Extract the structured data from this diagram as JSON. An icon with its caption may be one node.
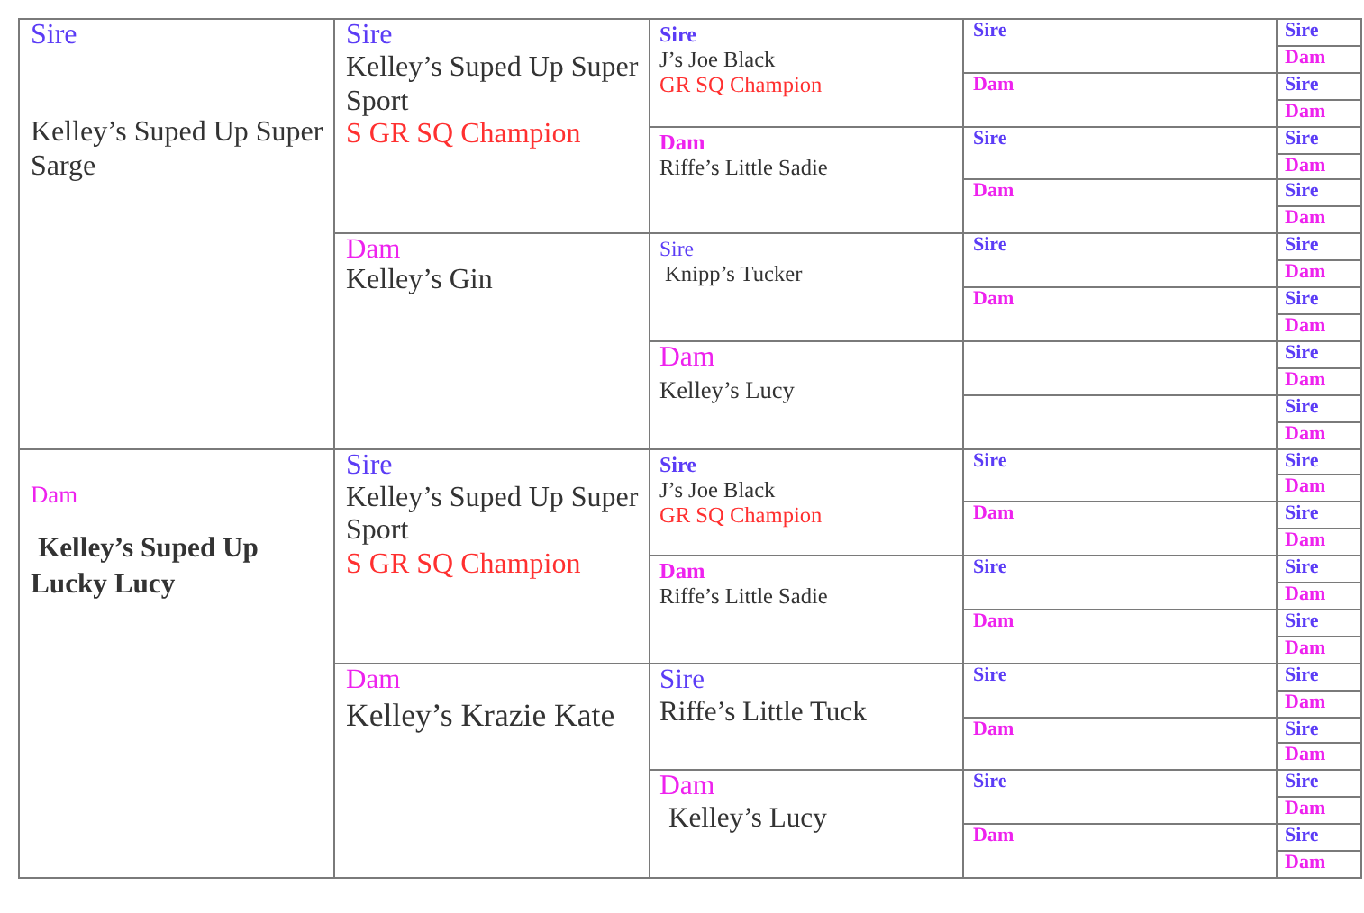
{
  "diagram": {
    "nodes": [
      {
        "text": [
          "Sire",
          "Kelley’s Suped Up Super Sarge"
        ]
      },
      {
        "text": [
          "Sire",
          "Kelley’s Suped Up Super Sport",
          "S GR SQ Champion"
        ]
      },
      {
        "text": [
          "Sire",
          "J’s Joe Black",
          "GR SQ Champion"
        ]
      },
      {
        "text": [
          "Sire"
        ]
      },
      {
        "text": [
          "Sire"
        ]
      },
      {
        "text": [
          "Dam"
        ]
      },
      {
        "text": [
          "Dam"
        ]
      },
      {
        "text": [
          "Sire"
        ]
      },
      {
        "text": [
          "Dam"
        ]
      },
      {
        "text": [
          "Dam",
          "Riffe’s Little Sadie"
        ]
      },
      {
        "text": [
          "Sire"
        ]
      },
      {
        "text": [
          "Sire"
        ]
      },
      {
        "text": [
          "Dam"
        ]
      },
      {
        "text": [
          "Dam"
        ]
      },
      {
        "text": [
          "Sire"
        ]
      },
      {
        "text": [
          "Dam"
        ]
      },
      {
        "text": [
          "Dam",
          "Kelley’s Gin"
        ]
      },
      {
        "text": [
          "Sire",
          "Knipp’s Tucker"
        ]
      },
      {
        "text": [
          "Sire"
        ]
      },
      {
        "text": [
          "Sire"
        ]
      },
      {
        "text": [
          "Dam"
        ]
      },
      {
        "text": [
          "Dam"
        ]
      },
      {
        "text": [
          "Sire"
        ]
      },
      {
        "text": [
          "Dam"
        ]
      },
      {
        "text": [
          "Dam",
          "Kelley’s Lucy"
        ]
      },
      {
        "text": [],
        "shape": "box"
      },
      {
        "text": [
          "Sire"
        ]
      },
      {
        "text": [
          "Dam"
        ]
      },
      {
        "text": [],
        "shape": "box"
      },
      {
        "text": [
          "Sire"
        ]
      },
      {
        "text": [
          "Dam"
        ]
      },
      {
        "text": [
          "Dam",
          "Kelley’s Suped Up Lucky Lucy"
        ]
      },
      {
        "text": [
          "Sire",
          "Kelley’s Suped Up Super Sport",
          "S GR SQ Champion"
        ]
      },
      {
        "text": [
          "Sire",
          "J’s Joe Black",
          "GR SQ Champion"
        ]
      },
      {
        "text": [
          "Sire"
        ]
      },
      {
        "text": [
          "Sire"
        ]
      },
      {
        "text": [
          "Dam"
        ]
      },
      {
        "text": [
          "Dam"
        ]
      },
      {
        "text": [
          "Sire"
        ]
      },
      {
        "text": [
          "Dam"
        ]
      },
      {
        "text": [
          "Dam",
          "Riffe’s Little Sadie"
        ]
      },
      {
        "text": [
          "Sire"
        ]
      },
      {
        "text": [
          "Sire"
        ]
      },
      {
        "text": [
          "Dam"
        ]
      },
      {
        "text": [
          "Dam"
        ]
      },
      {
        "text": [
          "Sire"
        ]
      },
      {
        "text": [
          "Dam"
        ]
      },
      {
        "text": [
          "Dam",
          "Kelley’s Krazie Kate"
        ]
      },
      {
        "text": [
          "Sire",
          "Riffe’s Little Tuck"
        ]
      },
      {
        "text": [
          "Sire"
        ]
      },
      {
        "text": [
          "Sire"
        ]
      },
      {
        "text": [
          "Dam"
        ]
      },
      {
        "text": [
          "Dam"
        ]
      },
      {
        "text": [
          "Sire"
        ]
      },
      {
        "text": [
          "Dam"
        ]
      },
      {
        "text": [
          "Dam",
          "Kelley’s Lucy"
        ]
      },
      {
        "text": [
          "Sire"
        ]
      },
      {
        "text": [
          "Sire"
        ]
      },
      {
        "text": [
          "Dam"
        ]
      },
      {
        "text": [
          "Dam"
        ]
      },
      {
        "text": [
          "Sire"
        ]
      },
      {
        "text": [
          "Dam"
        ]
      }
    ]
  }
}
